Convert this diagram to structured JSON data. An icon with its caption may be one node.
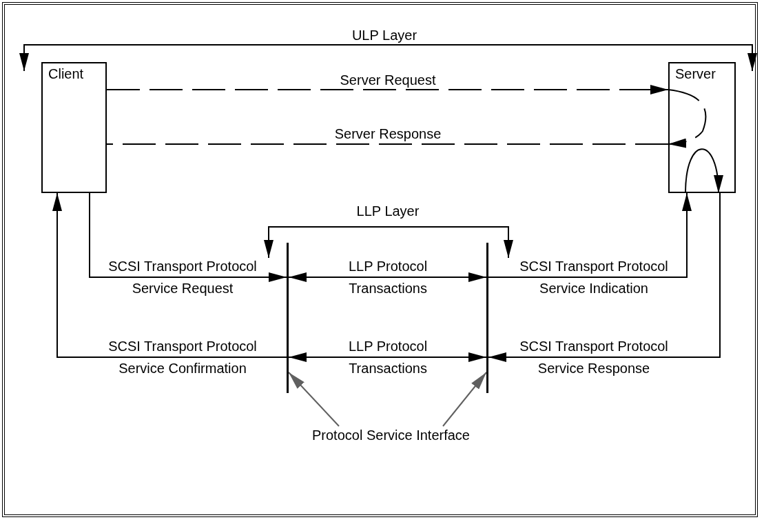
{
  "diagram": {
    "nodes": [
      {
        "text": [
          "Client"
        ]
      },
      {
        "text": [
          "Server"
        ]
      },
      {
        "text": [],
        "shape": "bar"
      },
      {
        "text": [],
        "shape": "bar"
      },
      {
        "text": [
          "Protocol Service Interface"
        ]
      }
    ],
    "edges": [
      {
        "from": 0,
        "to": 1,
        "arrow": "to",
        "label": "Server Request",
        "style": "dashed"
      },
      {
        "from": 1,
        "to": 1,
        "arrow": "to",
        "style": "dashed"
      },
      {
        "from": 1,
        "to": 0,
        "arrow": "none",
        "label": "Server Response",
        "style": "dashed"
      },
      {
        "from": 1,
        "to": 1,
        "arrow": "to"
      },
      {
        "from": 0,
        "to": 2,
        "arrow": "to",
        "label": "SCSI Transport Protocol Service Request"
      },
      {
        "from": 2,
        "to": 3,
        "arrow": "both",
        "label": "LLP Protocol Transactions"
      },
      {
        "from": 3,
        "to": 1,
        "arrow": "to",
        "label": "SCSI Transport Protocol Service Indication"
      },
      {
        "from": 1,
        "to": 3,
        "arrow": "to",
        "label": "SCSI Transport Protocol Service Response"
      },
      {
        "from": 3,
        "to": 2,
        "arrow": "both",
        "label": "LLP Protocol Transactions"
      },
      {
        "from": 2,
        "to": 0,
        "arrow": "to",
        "label": "SCSI Transport Protocol Service Confirmation"
      },
      {
        "from": 4,
        "to": 2,
        "arrow": "to",
        "color": "#606060"
      },
      {
        "from": 4,
        "to": 3,
        "arrow": "to",
        "color": "#606060"
      }
    ],
    "labels": [
      "ULP Layer",
      "LLP Layer"
    ]
  }
}
